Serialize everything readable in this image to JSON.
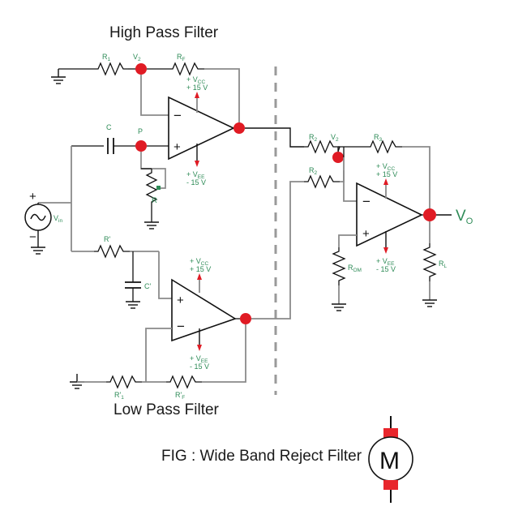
{
  "figure": {
    "caption": "FIG : Wide Band Reject Filter",
    "section_titles": {
      "high_pass": "High Pass Filter",
      "low_pass": "Low Pass Filter"
    },
    "colors": {
      "node": "#e01b24",
      "label": "#2e8b57",
      "wire": "#8a8a8a",
      "wire_dark": "#111111",
      "divider": "#9a9a9a",
      "motor_terminal": "#e8262c"
    }
  },
  "high_pass": {
    "r1": "R",
    "r1_sub": "1",
    "node_v2": "V",
    "node_v2_sub": "2",
    "rf": "R",
    "rf_sub": "F",
    "cap": "C",
    "node_p": "P",
    "pot": "R",
    "vcc": "+ V",
    "vcc_sub": "CC",
    "vcc_val": "+ 15 V",
    "vee": "+ V",
    "vee_sub": "EE",
    "vee_val": "- 15 V"
  },
  "source": {
    "label": "V",
    "label_sub": "in",
    "plus": "+",
    "minus": "−"
  },
  "low_pass": {
    "r_prime": "R'",
    "c_prime": "C'",
    "r1_prime": "R'",
    "r1_prime_sub": "1",
    "rf_prime": "R'",
    "rf_prime_sub": "F",
    "vcc": "+ V",
    "vcc_sub": "CC",
    "vcc_val": "+ 15 V",
    "vee": "+ V",
    "vee_sub": "EE",
    "vee_val": "- 15 V"
  },
  "summing": {
    "r2_top": "R",
    "r2_top_sub": "2",
    "r2_bot": "R",
    "r2_bot_sub": "2",
    "node_v2": "V",
    "node_v2_sub": "2",
    "r3": "R",
    "r3_sub": "3",
    "rom": "R",
    "rom_sub": "OM",
    "rl": "R",
    "rl_sub": "L",
    "vout": "V",
    "vout_sub": "O",
    "vcc": "+ V",
    "vcc_sub": "CC",
    "vcc_val": "+ 15 V",
    "vee": "+ V",
    "vee_sub": "EE",
    "vee_val": "- 15 V"
  },
  "opamp_signs": {
    "minus": "−",
    "plus": "+"
  },
  "watermark": {
    "letter": "M"
  }
}
